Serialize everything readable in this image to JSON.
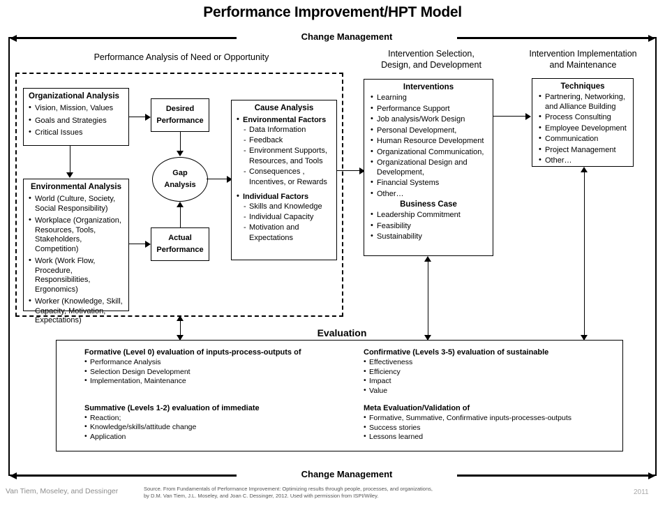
{
  "title": "Performance Improvement/HPT Model",
  "frame": {
    "top_band_label": "Change Management",
    "bottom_band_label": "Change Management"
  },
  "columns": [
    {
      "id": "performance-analysis",
      "heading": "Performance Analysis of Need or Opportunity"
    },
    {
      "id": "intervention-selection",
      "heading_line1": "Intervention Selection,",
      "heading_line2": "Design, and Development"
    },
    {
      "id": "intervention-implementation",
      "heading_line1": "Intervention Implementation",
      "heading_line2": "and Maintenance"
    }
  ],
  "boxes": {
    "organizational_analysis": {
      "title": "Organizational Analysis",
      "items": [
        "Vision, Mission, Values",
        "Goals and Strategies",
        "Critical Issues"
      ]
    },
    "environmental_analysis": {
      "title": "Environmental Analysis",
      "items": [
        "World (Culture, Society, Social Responsibility)",
        "Workplace (Organization, Resources, Tools, Stakeholders, Competition)",
        "Work (Work Flow, Procedure, Responsibilities, Ergonomics)",
        "Worker (Knowledge, Skill, Capacity, Motivation, Expectations)"
      ]
    },
    "desired_performance": {
      "line1": "Desired",
      "line2": "Performance"
    },
    "actual_performance": {
      "line1": "Actual",
      "line2": "Performance"
    },
    "gap_analysis": {
      "line1": "Gap",
      "line2": "Analysis"
    },
    "cause_analysis": {
      "title": "Cause Analysis",
      "group1_head": "Environmental Factors",
      "group1_items": [
        "Data Information",
        "Feedback",
        "Environment Supports, Resources, and Tools",
        "Consequences , Incentives, or Rewards"
      ],
      "group2_head": "Individual Factors",
      "group2_items": [
        "Skills and Knowledge",
        "Individual Capacity",
        "Motivation and Expectations"
      ]
    },
    "interventions": {
      "title": "Interventions",
      "items": [
        "Learning",
        "Performance Support",
        "Job analysis/Work Design",
        "Personal Development,",
        "Human Resource Development",
        "Organizational Communication,",
        "Organizational Design and Development,",
        "Financial Systems",
        "Other…"
      ],
      "subtitle": "Business Case",
      "sub_items": [
        "Leadership Commitment",
        "Feasibility",
        "Sustainability"
      ]
    },
    "techniques": {
      "title": "Techniques",
      "items": [
        "Partnering, Networking, and Alliance Building",
        "Process Consulting",
        "Employee Development",
        "Communication",
        "Project Management",
        "Other…"
      ]
    }
  },
  "evaluation": {
    "label": "Evaluation",
    "formative_head": "Formative (Level 0) evaluation of inputs-process-outputs of",
    "formative_items": [
      "Performance Analysis",
      "Selection  Design  Development",
      "Implementation,  Maintenance"
    ],
    "summative_head": "Summative (Levels 1-2) evaluation of immediate",
    "summative_items": [
      "Reaction;",
      "Knowledge/skills/attitude change",
      "Application"
    ],
    "confirmative_head": "Confirmative (Levels 3-5)  evaluation of  sustainable",
    "confirmative_items": [
      "Effectiveness",
      "Efficiency",
      "Impact",
      "Value"
    ],
    "meta_head": "Meta Evaluation/Validation of",
    "meta_items": [
      "Formative, Summative,  Confirmative inputs-processes-outputs",
      "Success stories",
      "Lessons learned"
    ]
  },
  "footer": {
    "author": "Van Tiem, Moseley, and Dessinger",
    "source_line1": "Source. From Fundamentals of Performance Improvement: Optimizing results through people, processes, and organizations,",
    "source_line2": "by D.M. Van Tiem, J.L. Moseley, and Joan C. Dessinger, 2012. Used with permission from ISPI/Wiley.",
    "year": "2011"
  },
  "colors": {
    "stroke": "#000000",
    "background": "#ffffff",
    "footer_text": "#8d8d8d"
  }
}
